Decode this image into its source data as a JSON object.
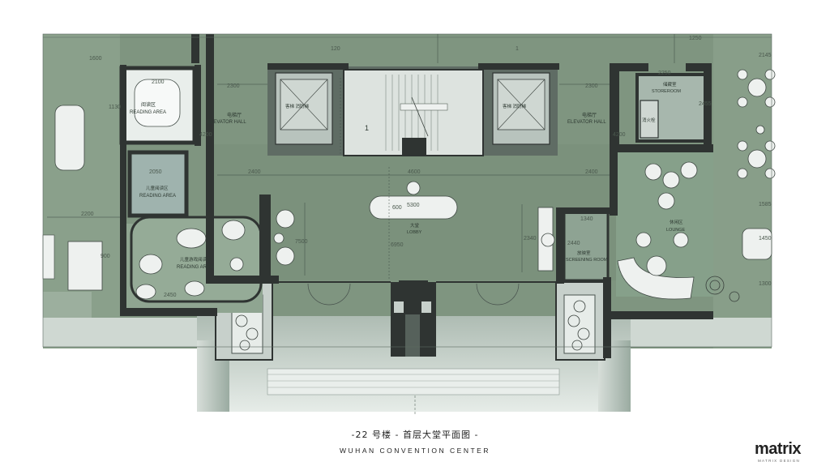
{
  "title_cn": "-22 号楼 - 首层大堂平面图 -",
  "title_en": "WUHAN CONVENTION CENTER",
  "brand": {
    "name": "matrix",
    "tagline": "MATRIX DESIGN"
  },
  "rooms": {
    "reading_top_cn": "阅读区",
    "reading_top": "READING AREA",
    "reading_small_cn": "儿童阅读区",
    "reading_small": "READING AREA",
    "reading_lower_cn": "儿童游戏阅读区",
    "reading_lower": "READING AREA",
    "elevator_left_cn": "电梯厅",
    "elevator_left": "ELEVATOR HALL",
    "elevator_right_cn": "电梯厅",
    "elevator_right": "ELEVATOR HALL",
    "lift_left": "客梯 消防梯",
    "lift_right": "客梯 消防梯",
    "lobby_cn": "大堂",
    "lobby": "LOBBY",
    "storeroom_cn": "储藏室",
    "storeroom": "STOREROOM",
    "fire_cabinet": "消火栓",
    "lounge_cn": "休闲区",
    "lounge": "LOUNGE",
    "screening_cn": "放映室",
    "screening": "SCREENING ROOM",
    "stair_mark": "1"
  },
  "dimensions": {
    "d1250": "1250",
    "d1600": "1600",
    "d120": "120",
    "d1": "1",
    "d2300a": "2300",
    "d2300b": "2300",
    "d2100": "2100",
    "d1130": "1130",
    "d4200a": "4200",
    "d4200b": "4200",
    "d2400a": "2400",
    "d2400b": "2400",
    "d4600": "4600",
    "d2250": "2250",
    "d5300": "5300",
    "d600": "600",
    "d2200": "2200",
    "d2050": "2050",
    "d7500": "7500",
    "d900": "900",
    "d2450": "2450",
    "d6950": "6950",
    "d2340": "2340",
    "d1340": "1340",
    "d2440": "2440",
    "d2455": "2455",
    "d2145": "2145",
    "d1585": "1585",
    "d1450": "1450",
    "d1300": "1300"
  },
  "colors": {
    "floor": "#7f9580",
    "wall": "#2f3432",
    "glass": "#9fb3ae",
    "paving": "#c9d3cc",
    "water": "#8fa8a4"
  }
}
